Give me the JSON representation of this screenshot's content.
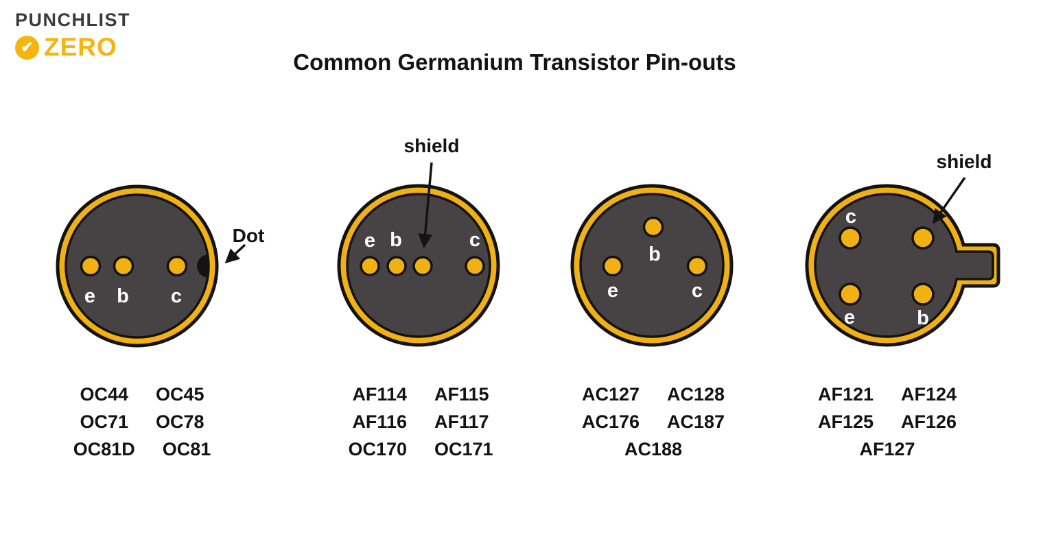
{
  "logo": {
    "top": "PUNCHLIST",
    "bottom": "ZERO",
    "check_glyph": "✔",
    "yellow": "#f5b40f",
    "gray": "#3b3b3c"
  },
  "title": "Common Germanium Transistor Pin-outs",
  "colors": {
    "case_yellow": "#f1b112",
    "case_dark": "#474344",
    "outline_black": "#131313",
    "pin_label_white": "#ffffff"
  },
  "transistors": [
    {
      "id": "round-3pin-with-dot",
      "pins": {
        "emitter": "e",
        "base": "b",
        "collector": "c"
      },
      "annotation": "Dot",
      "parts": [
        [
          "OC44",
          "OC45"
        ],
        [
          "OC71",
          "OC78"
        ],
        [
          "OC81D",
          "OC81"
        ]
      ]
    },
    {
      "id": "round-4pin-inline-shield",
      "pins": {
        "emitter": "e",
        "base": "b",
        "collector": "c"
      },
      "annotation": "shield",
      "parts": [
        [
          "AF114",
          "AF115"
        ],
        [
          "AF116",
          "AF117"
        ],
        [
          "OC170",
          "OC171"
        ]
      ]
    },
    {
      "id": "round-3pin-triangle",
      "pins": {
        "base": "b",
        "emitter": "e",
        "collector": "c"
      },
      "annotation": "",
      "parts": [
        [
          "AC127",
          "AC128"
        ],
        [
          "AC176",
          "AC187"
        ],
        [
          "AC188"
        ]
      ]
    },
    {
      "id": "round-4pin-tab-shield",
      "pins": {
        "collector": "c",
        "emitter": "e",
        "base": "b"
      },
      "annotation": "shield",
      "parts": [
        [
          "AF121",
          "AF124"
        ],
        [
          "AF125",
          "AF126"
        ],
        [
          "AF127"
        ]
      ]
    }
  ]
}
